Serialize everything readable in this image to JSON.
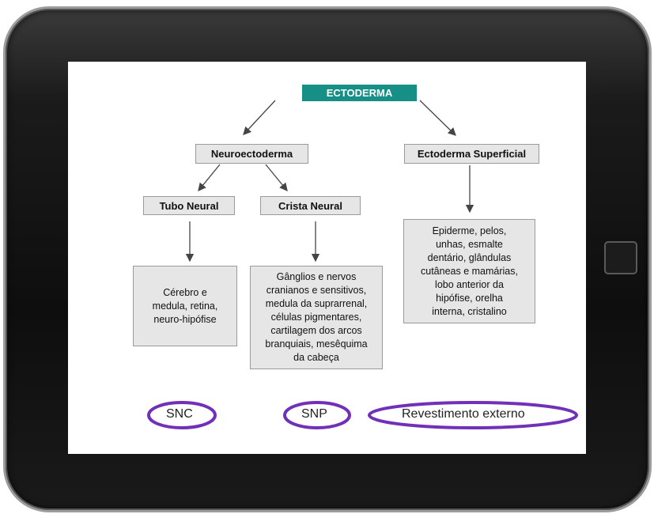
{
  "diagram": {
    "root": "ECTODERMA",
    "level1": {
      "left": "Neuroectoderma",
      "right": "Ectoderma Superficial"
    },
    "level2": {
      "tube": "Tubo Neural",
      "crest": "Crista Neural"
    },
    "details": {
      "tube": [
        "Cérebro e",
        "medula, retina,",
        "neuro-hipófise"
      ],
      "crest": [
        "Gânglios e nervos",
        "cranianos e sensitivos,",
        "medula da suprarrenal,",
        "células pigmentares,",
        "cartilagem dos arcos",
        "branquiais, mesêquima",
        "da cabeça"
      ],
      "surface": [
        "Epiderme, pelos,",
        "unhas, esmalte",
        "dentário, glândulas",
        "cutâneas e mamárias,",
        "lobo anterior da",
        "hipófise, orelha",
        "interna, cristalino"
      ]
    }
  },
  "annotations": {
    "snc": "SNC",
    "snp": "SNP",
    "revestimento": "Revestimento externo",
    "circle_color": "#7030b8"
  },
  "colors": {
    "root_bg": "#168f86",
    "box_bg": "#e6e6e6",
    "arrow": "#444444"
  }
}
